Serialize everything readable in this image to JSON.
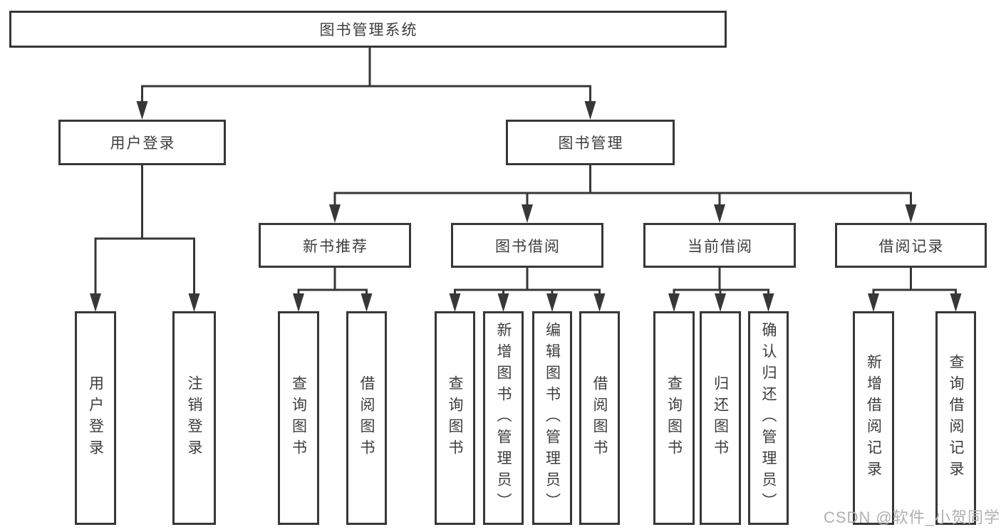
{
  "style": {
    "background": "#ffffff",
    "line_color": "#373737",
    "text_color": "#3d3d3d",
    "box_fill": "#ffffff",
    "watermark_color": "#b0b0b0"
  },
  "tree": {
    "label": "图书管理系统",
    "children": [
      {
        "label": "用户登录",
        "children": [
          {
            "label": "用户登录"
          },
          {
            "label": "注销登录"
          }
        ]
      },
      {
        "label": "图书管理",
        "children": [
          {
            "label": "新书推荐",
            "children": [
              {
                "label": "查询图书"
              },
              {
                "label": "借阅图书"
              }
            ]
          },
          {
            "label": "图书借阅",
            "children": [
              {
                "label": "查询图书"
              },
              {
                "label": "新增图书（管理员）"
              },
              {
                "label": "编辑图书（管理员）"
              },
              {
                "label": "借阅图书"
              }
            ]
          },
          {
            "label": "当前借阅",
            "children": [
              {
                "label": "查询图书"
              },
              {
                "label": "归还图书"
              },
              {
                "label": "确认归还（管理员）"
              }
            ]
          },
          {
            "label": "借阅记录",
            "children": [
              {
                "label": "新增借阅记录"
              },
              {
                "label": "查询借阅记录"
              }
            ]
          }
        ]
      }
    ]
  },
  "watermark": {
    "text": "CSDN @软件_小贺同学"
  }
}
